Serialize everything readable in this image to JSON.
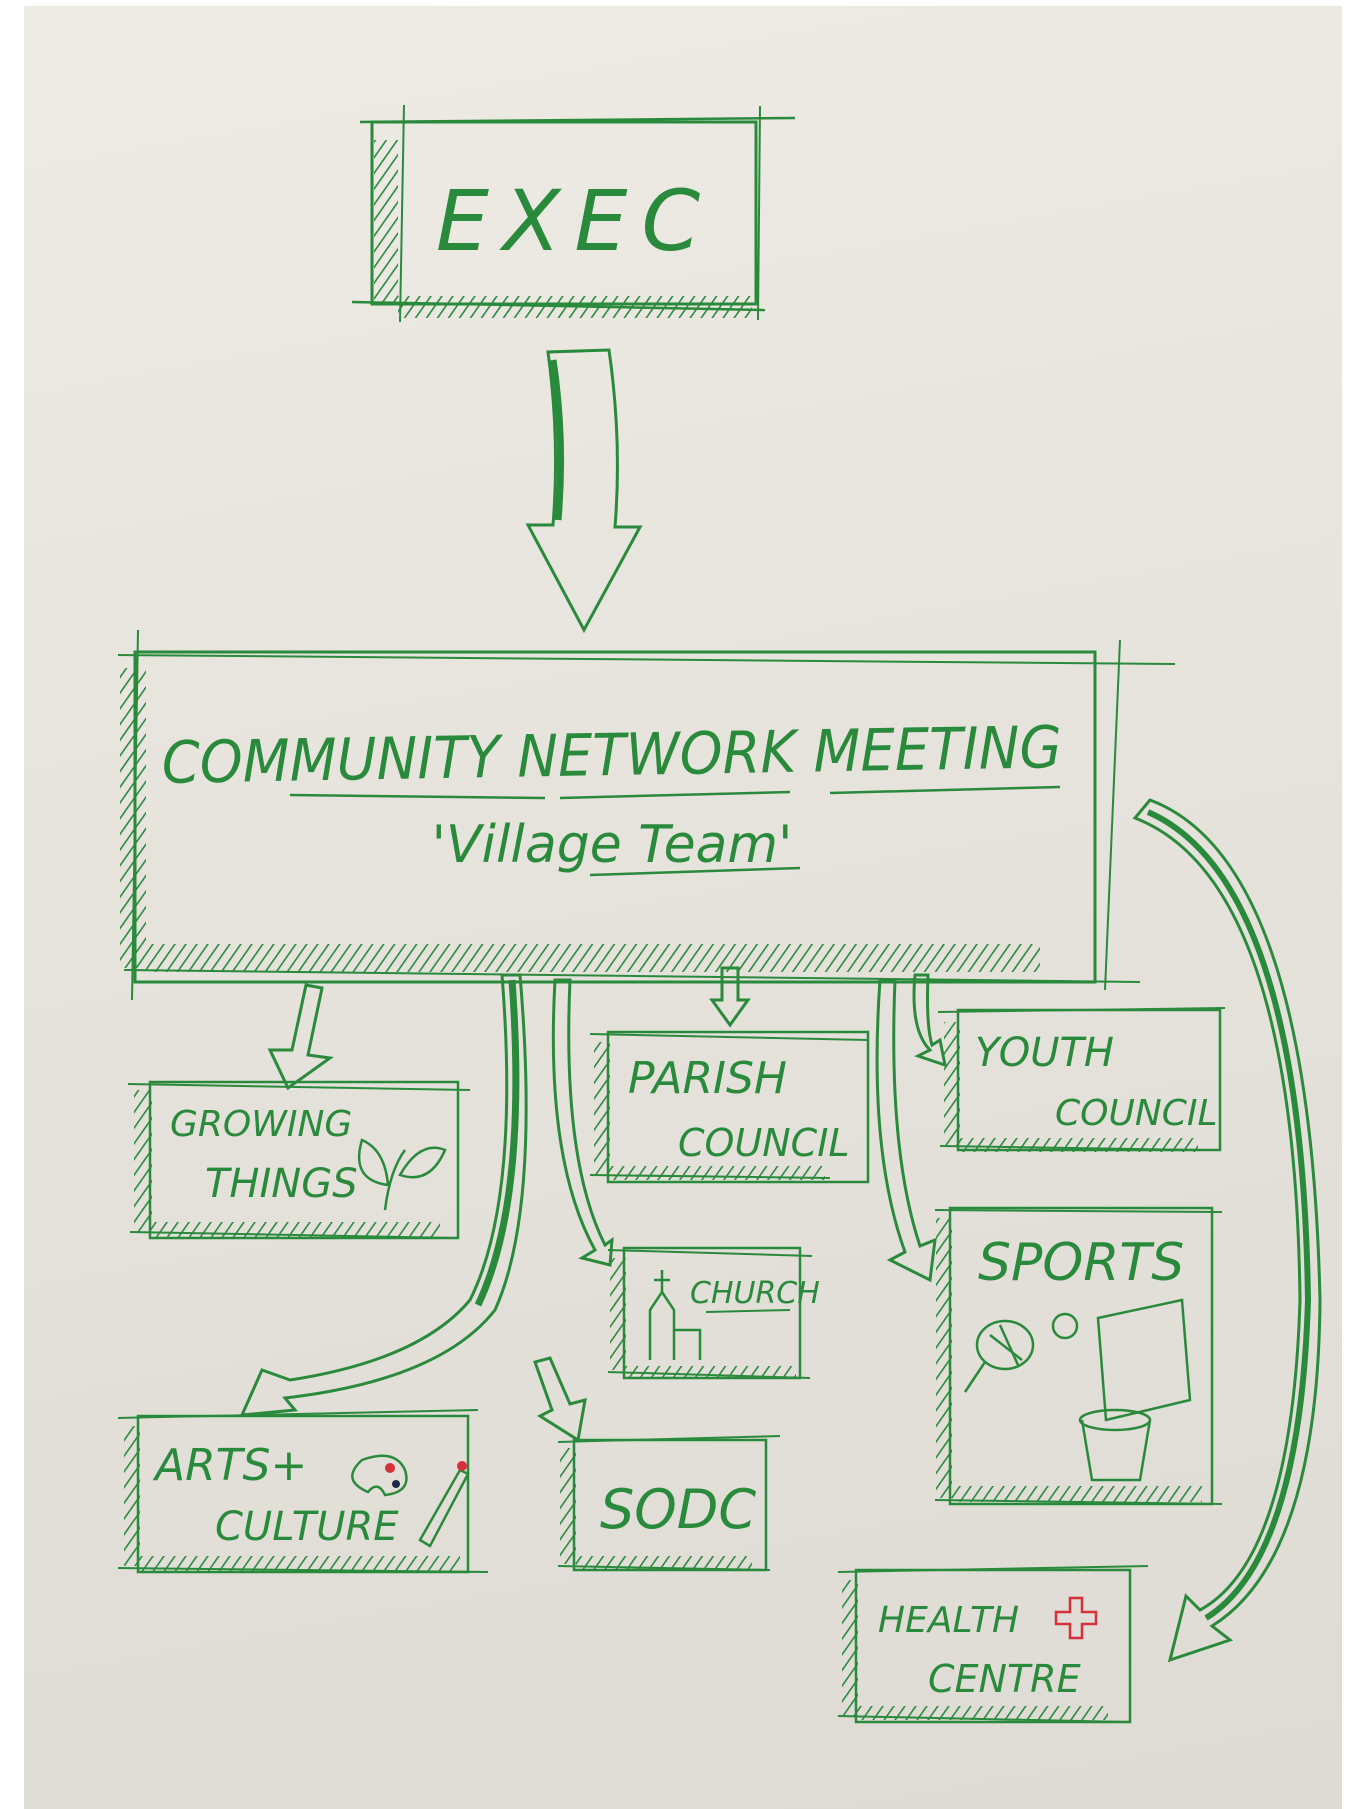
{
  "diagram": {
    "ink_color": "#2a8a3c",
    "accent_color": "#d8303a",
    "nodes": {
      "exec": {
        "label": "EXEC"
      },
      "community": {
        "label": "COMMUNITY NETWORK MEETING",
        "sublabel": "'Village Team'"
      },
      "growing": {
        "line1": "GROWING",
        "line2": "THINGS",
        "icon": "leaf-icon"
      },
      "parish": {
        "line1": "PARISH",
        "line2": "COUNCIL"
      },
      "youth": {
        "line1": "YOUTH",
        "line2": "COUNCIL"
      },
      "church": {
        "label": "CHURCH",
        "icon": "church-icon"
      },
      "sports": {
        "label": "SPORTS",
        "icon": "sports-equipment-icon"
      },
      "arts": {
        "line1": "ARTS+",
        "line2": "CULTURE",
        "icon": "paint-palette-icon"
      },
      "sodc": {
        "label": "SODC"
      },
      "health": {
        "line1": "HEALTH",
        "line2": "CENTRE",
        "icon": "red-cross-icon"
      }
    },
    "edges": [
      [
        "exec",
        "community"
      ],
      [
        "community",
        "growing"
      ],
      [
        "community",
        "parish"
      ],
      [
        "community",
        "youth"
      ],
      [
        "community",
        "church"
      ],
      [
        "community",
        "sports"
      ],
      [
        "community",
        "arts"
      ],
      [
        "community",
        "sodc"
      ],
      [
        "community",
        "health"
      ]
    ]
  }
}
